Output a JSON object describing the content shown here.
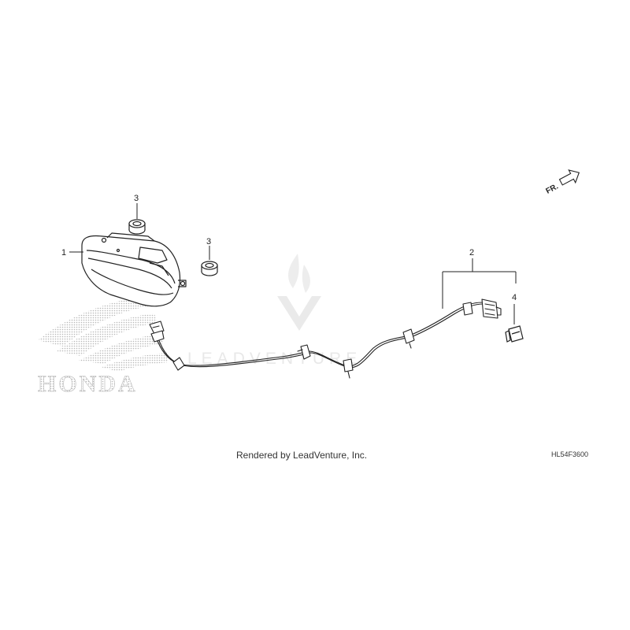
{
  "diagram": {
    "callouts": [
      {
        "id": "1",
        "label": "1"
      },
      {
        "id": "2",
        "label": "2"
      },
      {
        "id": "3a",
        "label": "3"
      },
      {
        "id": "3b",
        "label": "3"
      },
      {
        "id": "4",
        "label": "4"
      }
    ],
    "direction_indicator": "FR.",
    "watermark_text": "LEADVENTURE",
    "brand_logo_text": "HONDA"
  },
  "footer": {
    "credit": "Rendered by LeadVenture, Inc.",
    "diagram_code": "HL54F3600"
  },
  "colors": {
    "line": "#222222",
    "logo_dots": "#b8b8b8",
    "watermark": "#e6e6e6"
  }
}
